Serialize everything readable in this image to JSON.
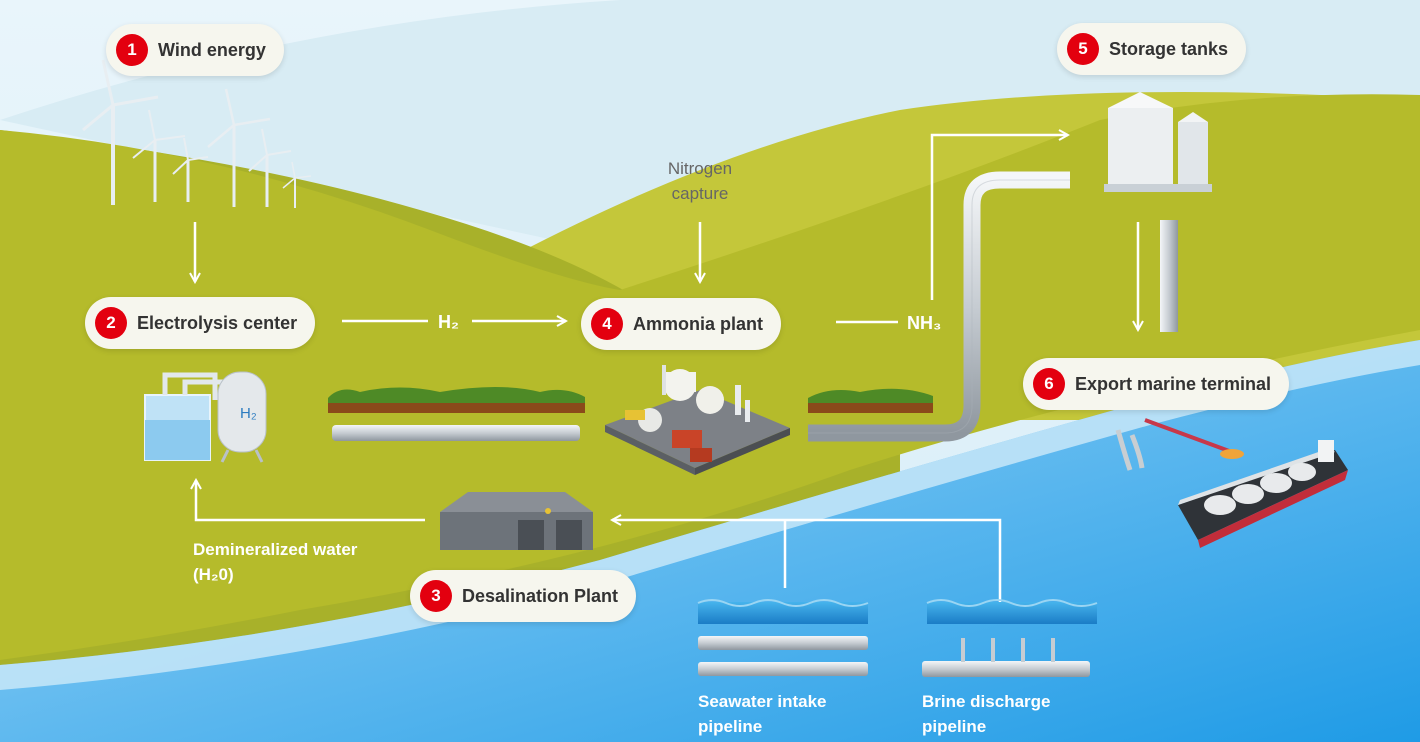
{
  "steps": [
    {
      "number": "1",
      "label": "Wind energy"
    },
    {
      "number": "2",
      "label": "Electrolysis center"
    },
    {
      "number": "3",
      "label": "Desalination Plant"
    },
    {
      "number": "4",
      "label": "Ammonia plant"
    },
    {
      "number": "5",
      "label": "Storage tanks"
    },
    {
      "number": "6",
      "label": "Export marine terminal"
    }
  ],
  "flows": {
    "h2": "H₂",
    "nh3": "NH₃",
    "nitrogen_line1": "Nitrogen",
    "nitrogen_line2": "capture",
    "water_line1": "Demineralized water",
    "water_line2": "(H₂0)",
    "tank_label": "H₂"
  },
  "pipelines": {
    "intake_line1": "Seawater intake",
    "intake_line2": "pipeline",
    "brine_line1": "Brine discharge",
    "brine_line2": "pipeline"
  },
  "colors": {
    "accent_red": "#e3000f",
    "sky": "#e4f3fb",
    "hill_green": "#b6bd2a",
    "sea_blue": "#3aa5ec"
  }
}
